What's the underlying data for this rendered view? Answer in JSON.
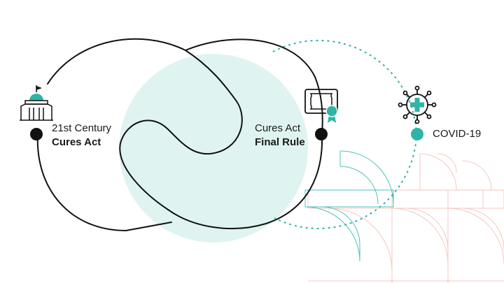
{
  "milestones": {
    "cures_act": {
      "line1": "21st Century",
      "line2": "Cures Act",
      "icon": "capitol-building-icon"
    },
    "final_rule": {
      "line1": "Cures Act",
      "line2": "Final Rule",
      "icon": "certificate-icon"
    },
    "covid": {
      "label": "COVID-19",
      "icon": "virus-icon"
    }
  },
  "colors": {
    "line": "#111111",
    "accent": "#2fb4a8",
    "accent_light": "#dff4f1",
    "pattern_teal": "#4cc2b8",
    "pattern_pink": "#f3c7c3"
  }
}
